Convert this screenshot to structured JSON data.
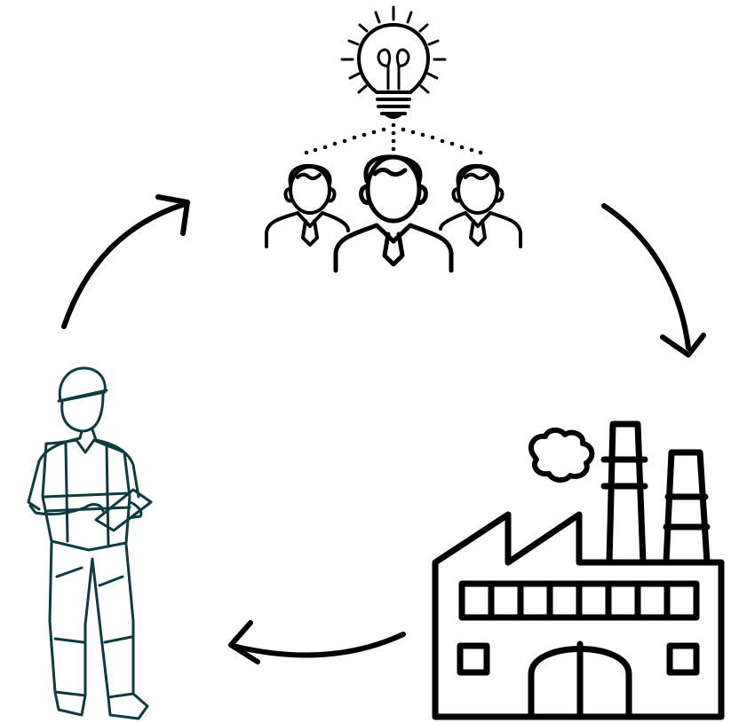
{
  "diagram": {
    "type": "cycle",
    "direction": "clockwise",
    "nodes": [
      {
        "id": "ideas",
        "icon": "team-with-lightbulb-icon"
      },
      {
        "id": "manufacturing",
        "icon": "factory-icon"
      },
      {
        "id": "worker",
        "icon": "worker-with-clipboard-icon"
      }
    ],
    "edges": [
      {
        "from": "ideas",
        "to": "manufacturing",
        "icon": "arrow-icon"
      },
      {
        "from": "manufacturing",
        "to": "worker",
        "icon": "arrow-icon"
      },
      {
        "from": "worker",
        "to": "ideas",
        "icon": "arrow-icon"
      }
    ]
  },
  "colors": {
    "ink": "#000000",
    "worker_ink": "#0d3b40",
    "background": "#ffffff"
  }
}
